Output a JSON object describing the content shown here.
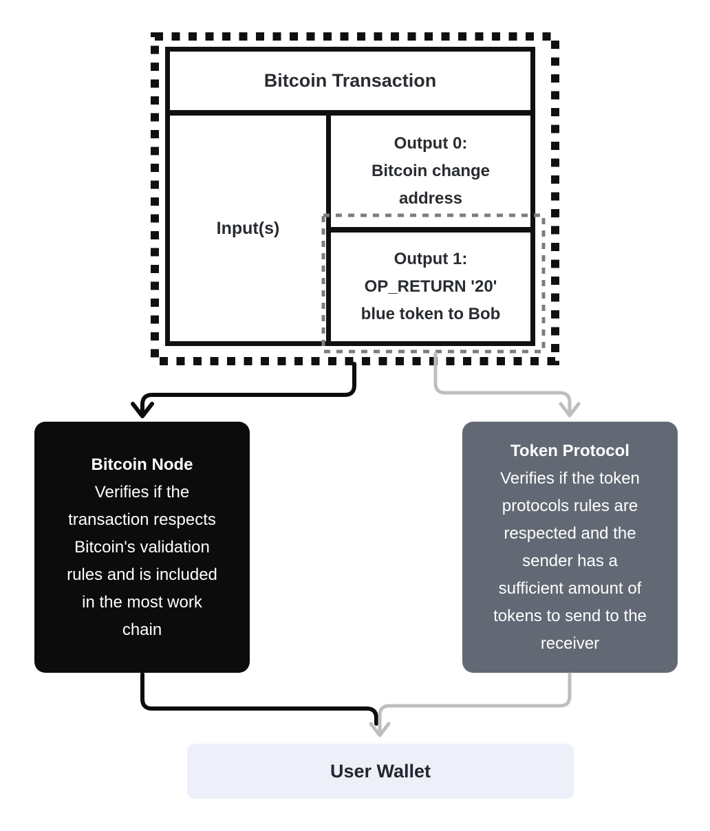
{
  "transaction": {
    "title": "Bitcoin Transaction",
    "input_label": "Input(s)",
    "output0": [
      "Output 0:",
      "Bitcoin change",
      "address"
    ],
    "output1": [
      "Output 1:",
      "OP_RETURN '20'",
      "blue token to Bob"
    ]
  },
  "bitcoin_node": {
    "title": "Bitcoin Node",
    "body": [
      "Verifies if the",
      "transaction respects",
      "Bitcoin's validation",
      "rules and is included",
      "in the most work",
      "chain"
    ],
    "fill": "#0c0c0c",
    "text_color": "#ffffff"
  },
  "token_protocol": {
    "title": "Token Protocol",
    "body": [
      "Verifies if the token",
      "protocols rules are",
      "respected and the",
      "sender has a",
      "sufficient amount of",
      "tokens to send to the",
      "receiver"
    ],
    "fill": "#626974",
    "text_color": "#ffffff"
  },
  "user_wallet": {
    "label": "User Wallet",
    "fill": "#eef0f9",
    "text_color": "#23272f"
  },
  "colors": {
    "outer_dash": "#101010",
    "token_dash": "#7b7e80",
    "black_arrow": "#0c0c0c",
    "gray_arrow": "#bcbebf"
  }
}
